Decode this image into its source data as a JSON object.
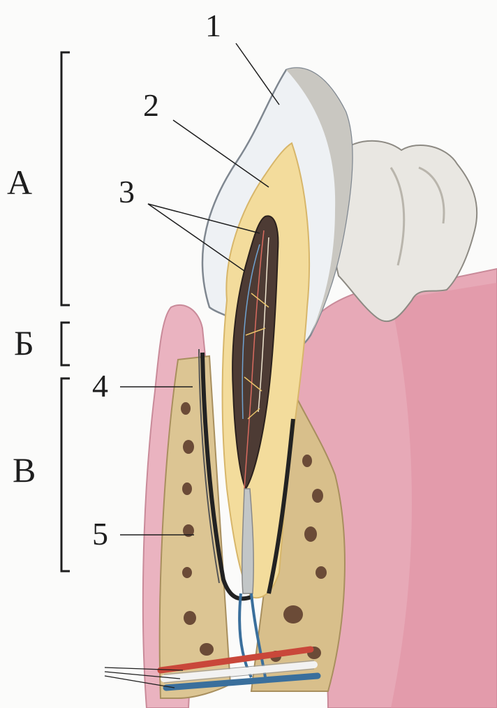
{
  "labels": {
    "n1": "1",
    "n2": "2",
    "n3": "3",
    "n4": "4",
    "n5": "5",
    "secA": "А",
    "secB": "Б",
    "secV": "В"
  },
  "colors": {
    "enamel": "#eef1f4",
    "dentin": "#f3dc9c",
    "pulp": "#4d3b34",
    "gum": "#e5a8b6",
    "bone": "#d9c190",
    "bone_holes": "#6a4a36",
    "artery": "#c9473a",
    "vein": "#3a6f9c",
    "nerve": "#f2f2f2"
  }
}
